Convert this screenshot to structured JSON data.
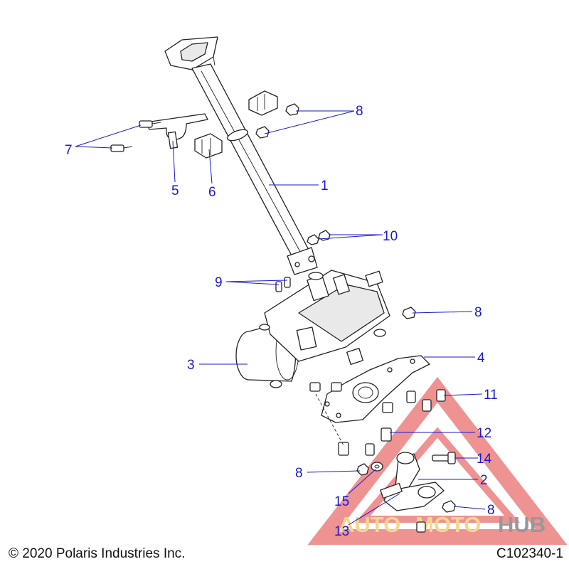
{
  "callouts": {
    "c1": "1",
    "c2": "2",
    "c3": "3",
    "c4": "4",
    "c5": "5",
    "c6": "6",
    "c7": "7",
    "c8a": "8",
    "c8b": "8",
    "c8c": "8",
    "c8d": "8",
    "c9": "9",
    "c10": "10",
    "c11": "11",
    "c12": "12",
    "c13": "13",
    "c14": "14",
    "c15": "15"
  },
  "footer": {
    "copyright": "© 2020 Polaris Industries Inc.",
    "figure_id": "C102340-1"
  },
  "watermark": {
    "text": "AUTOMOTOHUB",
    "colors": {
      "triangle": "#e23a3a",
      "auto": "#f2b431",
      "moto": "#f2b431",
      "hub": "#444444"
    }
  },
  "colors": {
    "callout": "#1a1ad0",
    "line_art": "#222222"
  }
}
